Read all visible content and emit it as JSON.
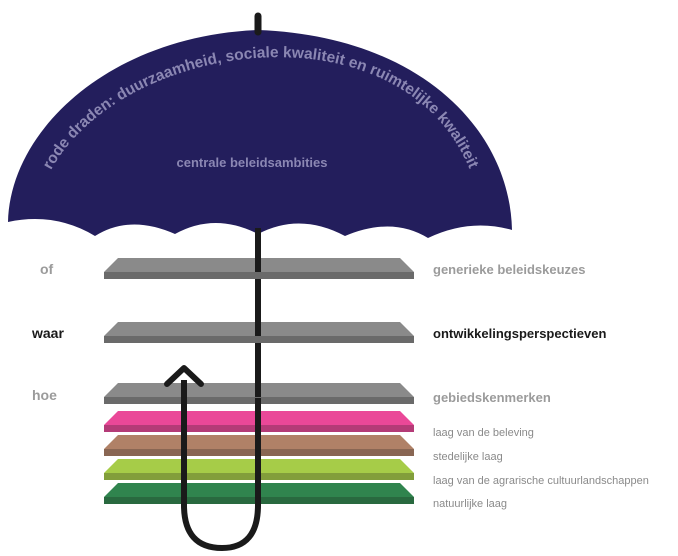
{
  "umbrella": {
    "arc_text": "rode draden: duurzaamheid, sociale kwaliteit en ruimtelijke kwaliteit",
    "center_text": "centrale beleidsambities",
    "canopy_color": "#231e5c",
    "text_color": "#8b87b3"
  },
  "left_labels": [
    {
      "text": "of",
      "style": "muted"
    },
    {
      "text": "waar",
      "style": "bold"
    },
    {
      "text": "hoe",
      "style": "muted"
    }
  ],
  "right_labels": [
    {
      "text": "generieke beleidskeuzes",
      "style": "muted"
    },
    {
      "text": "ontwikkelingsperspectieven",
      "style": "bold"
    },
    {
      "text": "gebiedskenmerken",
      "style": "muted"
    }
  ],
  "layers": [
    {
      "text": "laag van de beleving",
      "color": "#e8388f"
    },
    {
      "text": "stedelijke laag",
      "color": "#a9765a"
    },
    {
      "text": "laag van de agrarische cultuurlandschappen",
      "color": "#9ec838"
    },
    {
      "text": "natuurlijke laag",
      "color": "#1e7a3f"
    }
  ],
  "colors": {
    "plate": "#8a8a8a",
    "plate_edge": "#6a6a6a",
    "muted_text": "#9b9b9b",
    "bold_text": "#1a1a1a",
    "layer_text": "#8a8a8a",
    "handle": "#1a1a1a"
  }
}
